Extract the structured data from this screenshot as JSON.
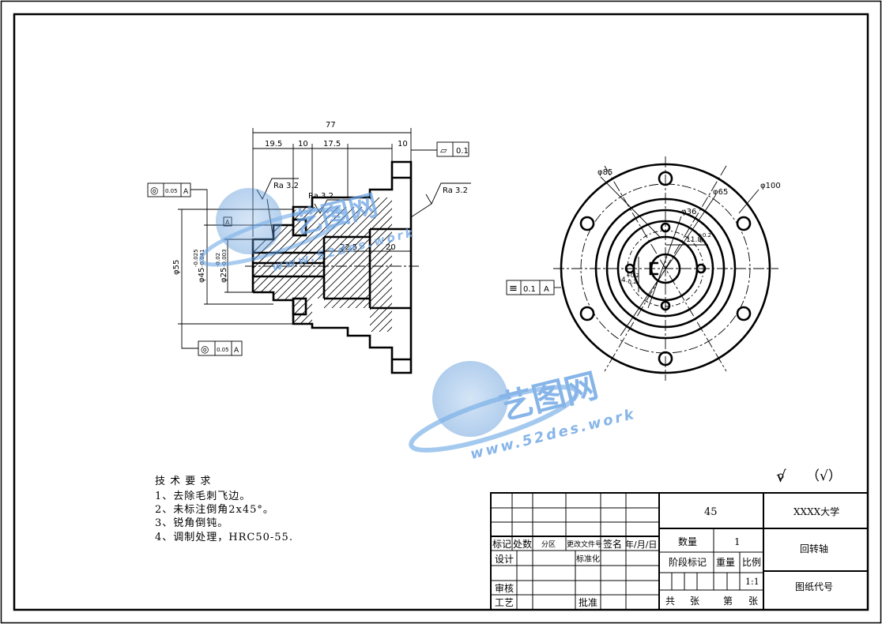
{
  "front_view": {
    "dims": {
      "overall_length": "77",
      "seg1": "19.5",
      "seg2": "10",
      "seg3": "17.5",
      "flange_thick": "10",
      "bore_depth": "22.5",
      "flange_bore": "20",
      "dia_55": "φ55",
      "dia_45": "φ45",
      "dia_45_tol_upper": "-0.025",
      "dia_45_tol_lower": "-0.041",
      "dia_25": "φ25",
      "dia_25_tol_upper": "-0.02",
      "dia_25_tol_lower": "-0.003"
    },
    "roughness": [
      "Ra 3.2",
      "Ra 3.2",
      "Ra 3.2"
    ],
    "flatness": {
      "symbol": "▱",
      "value": "0.1"
    },
    "concentricity_top": {
      "symbol": "◎",
      "value": "0.05",
      "datum": "A"
    },
    "concentricity_bottom": {
      "symbol": "◎",
      "value": "0.05",
      "datum": "A"
    },
    "datum_label": "A"
  },
  "side_view": {
    "dims": {
      "bolt_hole": "φ85",
      "bolt_circle": "φ65",
      "outer": "φ100",
      "inner": "φ36",
      "keyway_width": "11.8",
      "keyway_width_tol": "+0.2",
      "keyway_width_tol2": "0",
      "keyway_depth": "4",
      "keyway_depth_tol": "+0.2",
      "keyway_depth_tol2": "-0.2"
    },
    "symmetry": {
      "symbol": "≡",
      "value": "0.1",
      "datum": "A"
    }
  },
  "watermarks": [
    {
      "text": "艺图网",
      "url": "www.52des.work"
    },
    {
      "text": "艺图网",
      "url": "www.52des.work"
    }
  ],
  "tech_req": {
    "title": "技 术 要 求",
    "items": [
      "1、去除毛刺飞边。",
      "2、未标注倒角2x45°。",
      "3、锐角倒钝。",
      "4、调制处理，HRC50-55."
    ]
  },
  "surface_finish": {
    "symbol": "√",
    "paren": "（√）"
  },
  "title_block": {
    "material": "45",
    "school": "XXXX大学",
    "part_name": "回转轴",
    "drawing_no": "图纸代号",
    "quantity_label": "数量",
    "quantity": "1",
    "stage_label": "阶段标记",
    "weight_label": "重量",
    "scale_label": "比例",
    "scale": "1:1",
    "sheets_total": "共",
    "sheets_unit": "张",
    "sheet_no": "第",
    "sheet_unit": "张",
    "headers": [
      "标记",
      "处数",
      "分区",
      "更改文件号",
      "签名",
      "年/月/日"
    ],
    "design": "设计",
    "standardize": "标准化",
    "review": "审核",
    "process": "工艺",
    "approve": "批准"
  }
}
